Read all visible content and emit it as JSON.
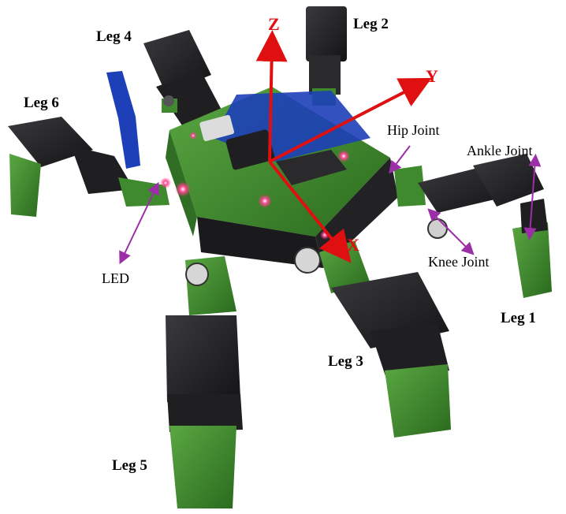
{
  "legs": {
    "leg1": "Leg 1",
    "leg2": "Leg 2",
    "leg3": "Leg 3",
    "leg4": "Leg 4",
    "leg5": "Leg 5",
    "leg6": "Leg 6"
  },
  "joints": {
    "hip": "Hip Joint",
    "ankle": "Ankle Joint",
    "knee": "Knee Joint"
  },
  "led_label": "LED",
  "axes": {
    "x": "X",
    "y": "Y",
    "z": "Z"
  },
  "colors": {
    "axis": "#e01010",
    "annotation_arrow": "#9b2fa8",
    "robot_green": "#3f8a2e",
    "robot_black": "#1f1f22",
    "tape_blue": "#1d3fb8",
    "led_glow": "#ff2a7a"
  }
}
